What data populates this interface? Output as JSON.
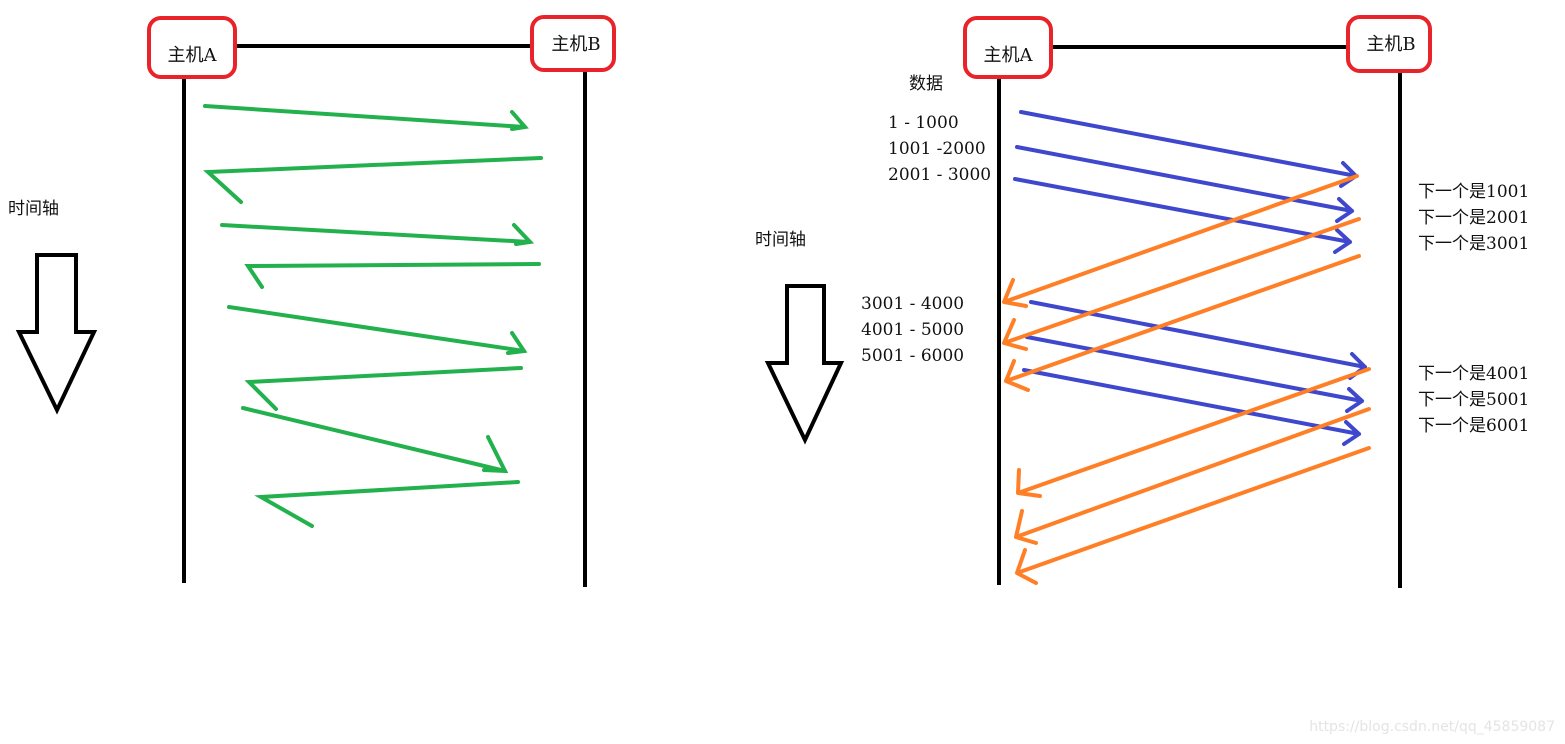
{
  "colors": {
    "host_border": "#e8232a",
    "timeline": "#000000",
    "green": "#22b14c",
    "blue": "#3f48cc",
    "orange": "#ff7f27"
  },
  "left": {
    "host_a": "主机A",
    "host_b": "主机B",
    "time_axis": "时间轴"
  },
  "right": {
    "host_a": "主机A",
    "host_b": "主机B",
    "time_axis": "时间轴",
    "data_label": "数据",
    "segments_top": [
      "1 - 1000",
      "1001 -2000",
      "2001 - 3000"
    ],
    "segments_bottom": [
      "3001 - 4000",
      "4001 - 5000",
      "5001 - 6000"
    ],
    "acks_top": [
      "下一个是1001",
      "下一个是2001",
      "下一个是3001"
    ],
    "acks_bottom": [
      "下一个是4001",
      "下一个是5001",
      "下一个是6001"
    ]
  },
  "watermark": "https://blog.csdn.net/qq_45859087",
  "icons": [
    "down-arrow-icon"
  ]
}
